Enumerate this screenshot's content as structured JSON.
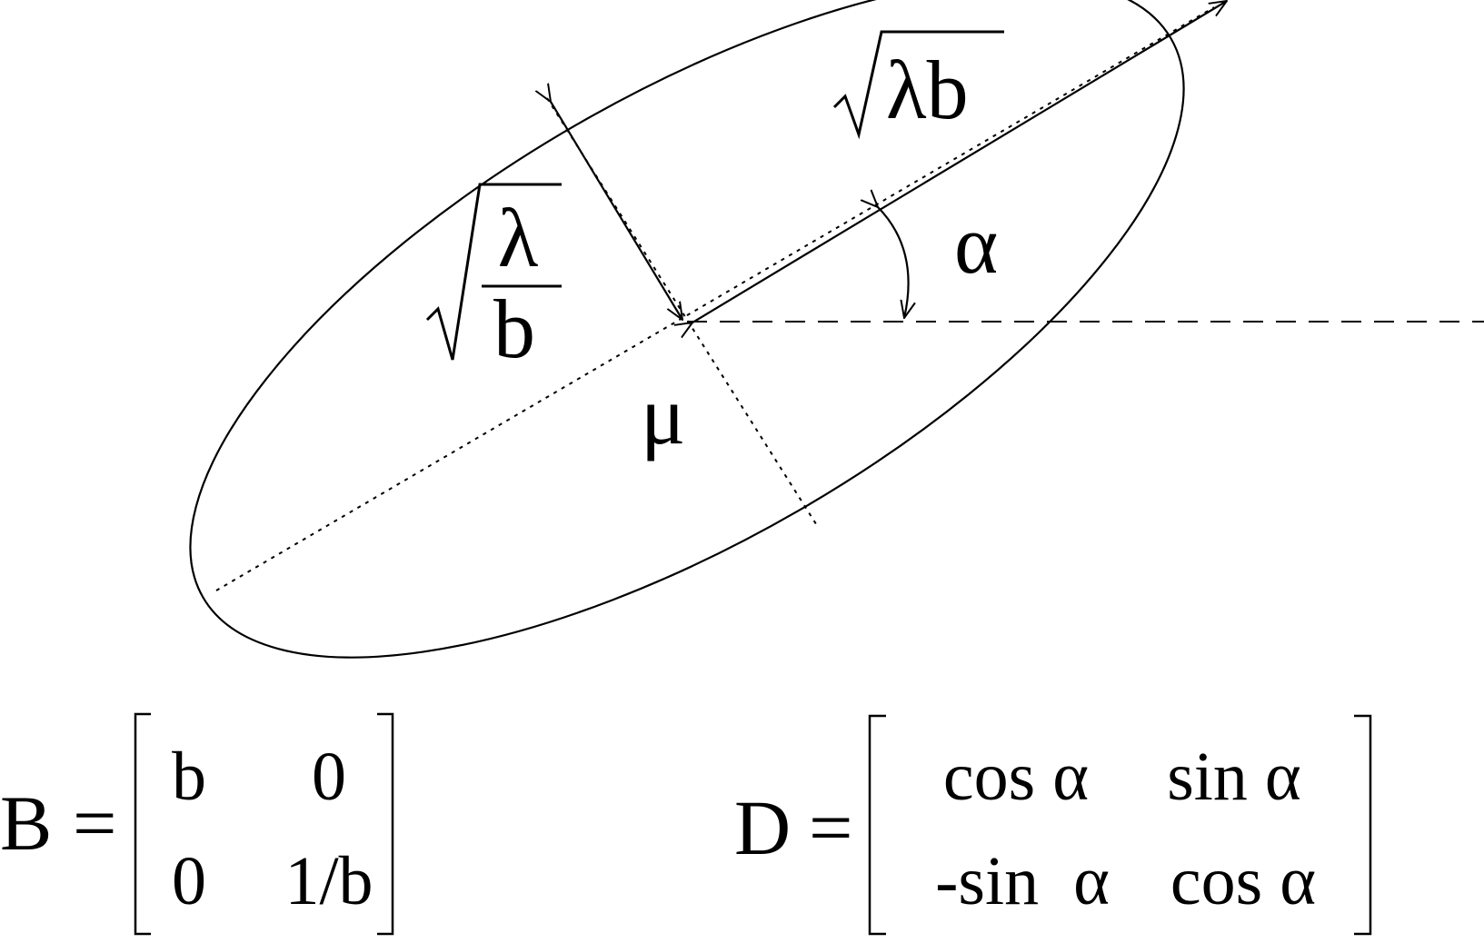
{
  "diagram": {
    "labels": {
      "major_axis": "λb",
      "minor_numerator": "λ",
      "minor_denominator": "b",
      "angle": "α",
      "center": "μ"
    },
    "matrix_b": {
      "name": "B",
      "equals": "=",
      "r1c1": "b",
      "r1c2": "0",
      "r2c1": "0",
      "r2c2": "1/b"
    },
    "matrix_d": {
      "name": "D",
      "equals": "=",
      "r1c1": "cos α",
      "r1c2": "sin α",
      "r2c1": "-sin  α",
      "r2c2": "cos α"
    }
  }
}
